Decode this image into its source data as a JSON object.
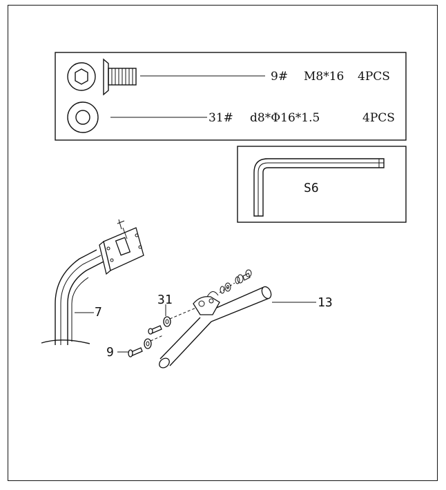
{
  "hardware": [
    {
      "part": "9#",
      "spec": "M8*16",
      "qty": "4PCS",
      "icon": "hex-bolt-icon"
    },
    {
      "part": "31#",
      "spec": "d8*Φ16*1.5",
      "qty": "4PCS",
      "icon": "washer-icon"
    }
  ],
  "tool": {
    "label": "S6",
    "icon": "allen-key-icon"
  },
  "callouts": {
    "part7": "7",
    "part13": "13",
    "part31": "31",
    "part9": "9"
  }
}
